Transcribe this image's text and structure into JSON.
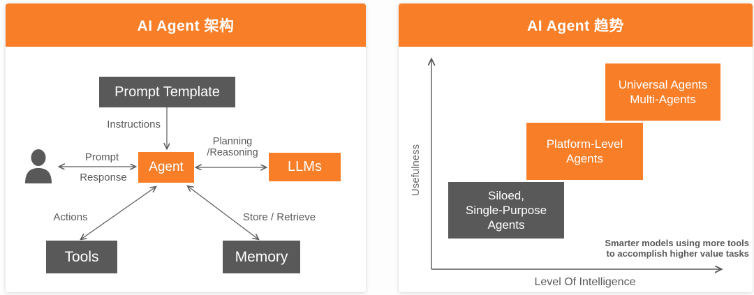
{
  "colors": {
    "accent_orange": "#F87E28",
    "dark_gray": "#595959",
    "box_text": "#FFFFFF",
    "label_gray": "#595959"
  },
  "left_panel": {
    "title": "AI Agent 架构",
    "nodes": {
      "prompt_template": "Prompt Template",
      "agent": "Agent",
      "llms": "LLMs",
      "tools": "Tools",
      "memory": "Memory"
    },
    "labels": {
      "instructions": "Instructions",
      "prompt": "Prompt",
      "response": "Response",
      "planning_reasoning": "Planning\n/Reasoning",
      "actions": "Actions",
      "store_retrieve": "Store / Retrieve"
    },
    "icons": {
      "user": "user-silhouette"
    }
  },
  "right_panel": {
    "title": "AI Agent 趋势",
    "axes": {
      "y_label": "Usefulness",
      "x_label": "Level Of Intelligence"
    },
    "boxes": [
      {
        "label": "Siloed,\nSingle-Purpose\nAgents",
        "style": "gray"
      },
      {
        "label": "Platform-Level\nAgents",
        "style": "orange"
      },
      {
        "label": "Universal Agents\nMulti-Agents",
        "style": "orange"
      }
    ],
    "annotation": "Smarter models using more tools\nto accomplish higher value tasks"
  }
}
